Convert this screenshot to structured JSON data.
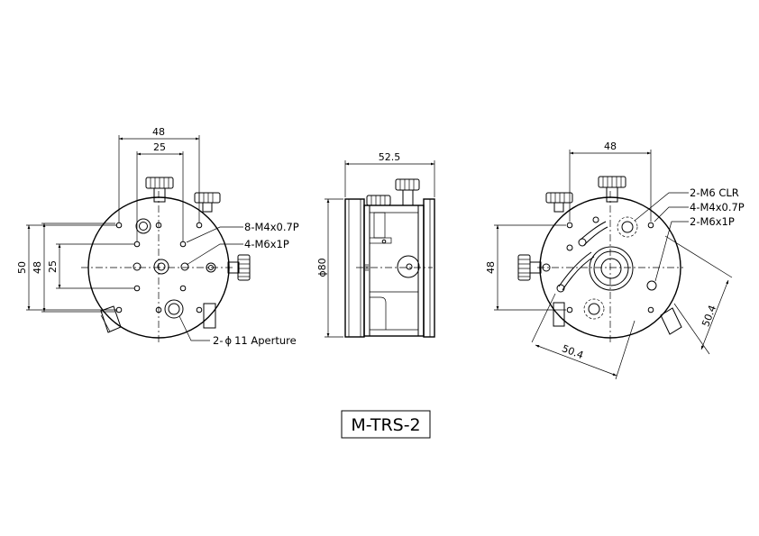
{
  "model": "M-TRS-2",
  "front_view": {
    "dims": {
      "width_48": "48",
      "width_25": "25",
      "height_50": "50",
      "height_48": "48",
      "height_25": "25"
    },
    "callouts": {
      "m4": "8-M4x0.7P",
      "m6": "4-M6x1P",
      "aperture_prefix": "2-",
      "aperture_symbol": "ϕ",
      "aperture_value": "11 Aperture"
    }
  },
  "side_view": {
    "dims": {
      "depth": "52.5",
      "diameter_symbol": "ϕ",
      "diameter": "80"
    }
  },
  "rear_view": {
    "dims": {
      "width_48": "48",
      "height_48": "48",
      "diag_left": "50.4",
      "diag_right": "50.4"
    },
    "callouts": {
      "m6_clr": "2-M6 CLR",
      "m4": "4-M4x0.7P",
      "m6": "2-M6x1P"
    }
  }
}
